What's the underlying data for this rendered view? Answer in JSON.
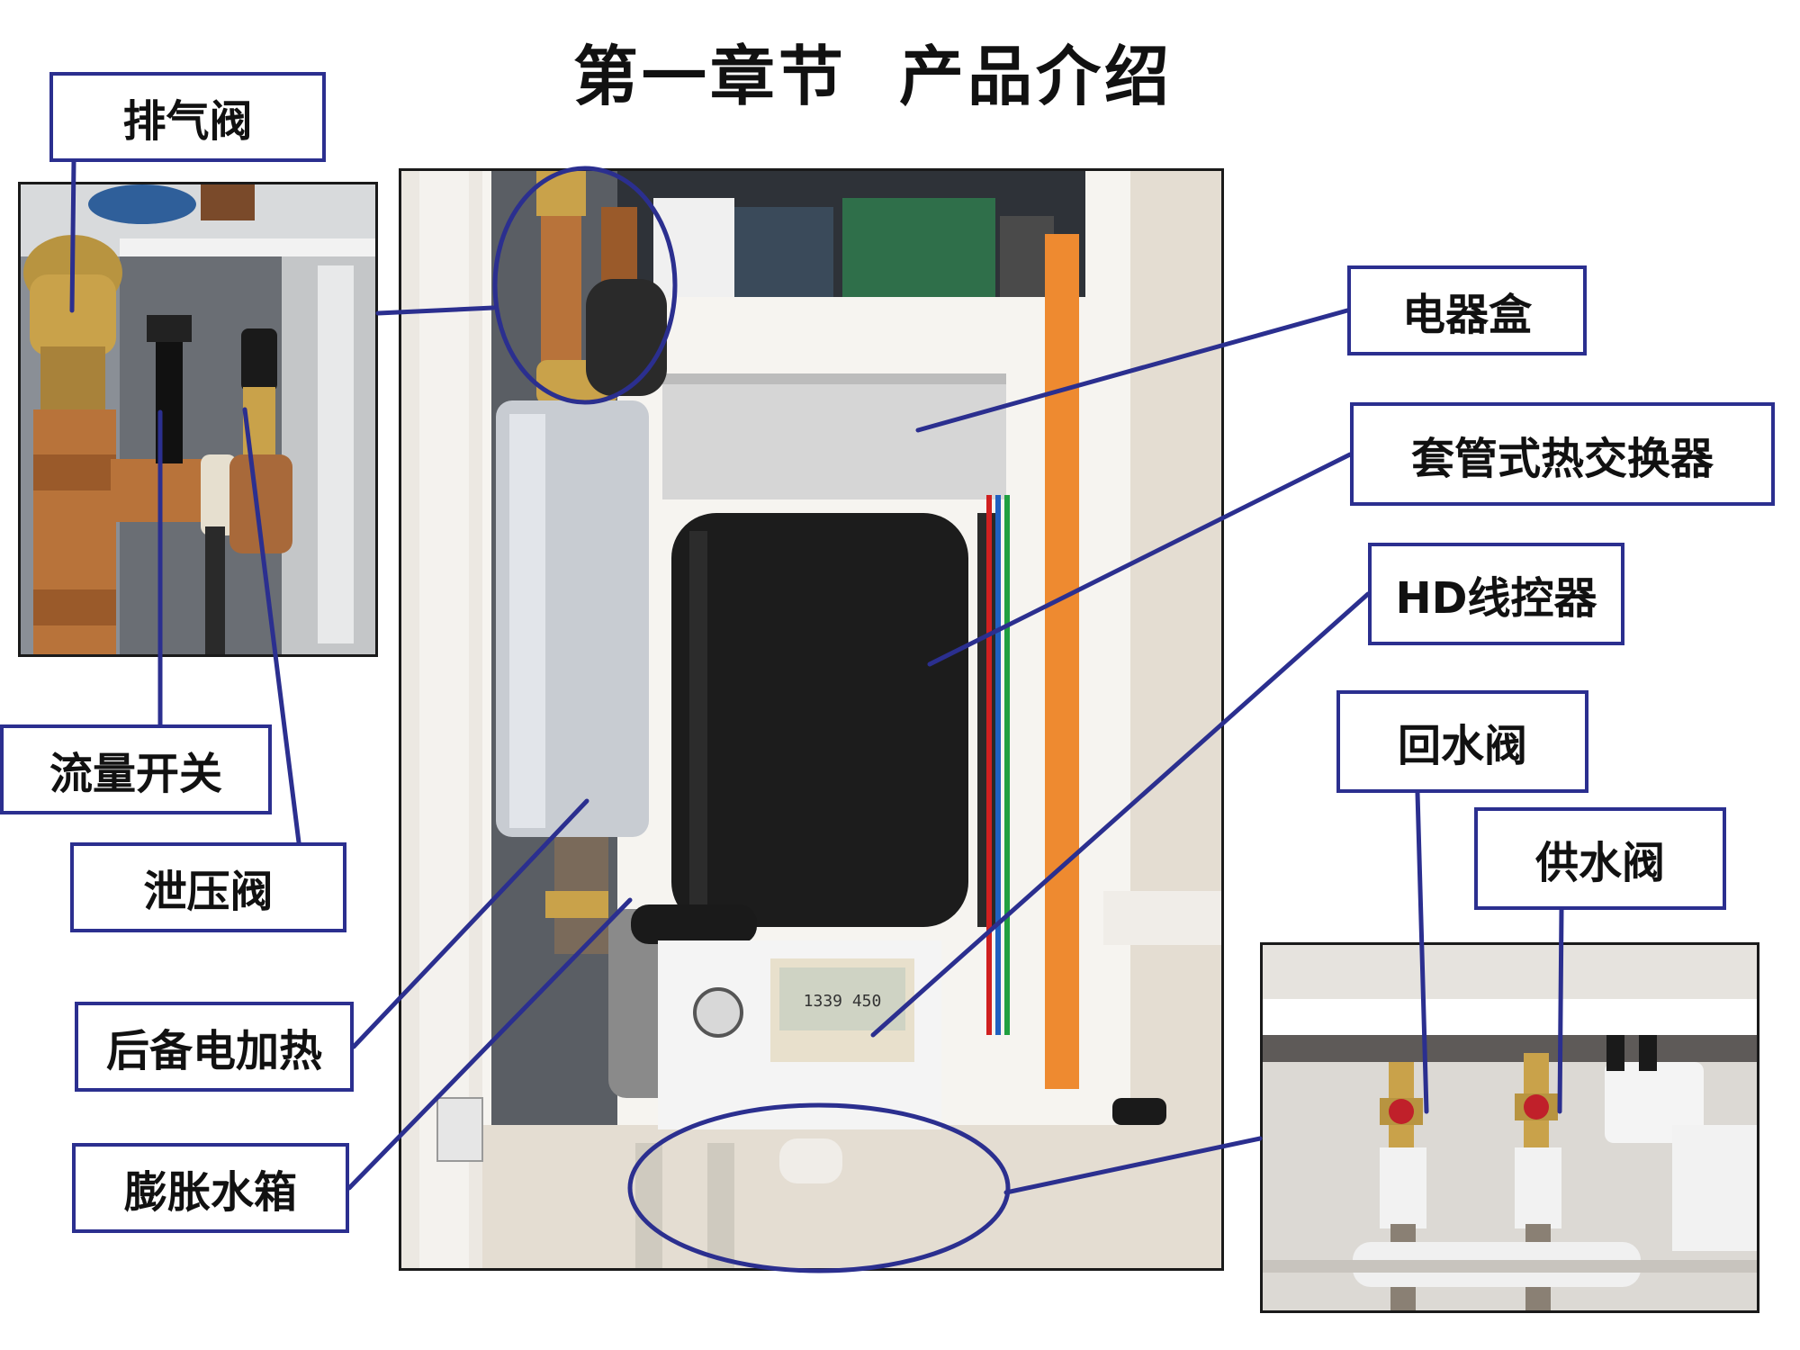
{
  "title": "第一章节  产品介绍",
  "labels": {
    "air_vent_valve": "排气阀",
    "flow_switch": "流量开关",
    "pressure_relief_valve": "泄压阀",
    "backup_heater": "后备电加热",
    "expansion_tank": "膨胀水箱",
    "switch_box": "电器盒",
    "tube_heat_exchanger": "套管式热交换器",
    "hd_controller": "HD线控器",
    "return_valve": "回水阀",
    "supply_valve": "供水阀"
  },
  "colors": {
    "accent": "#2b2f8f",
    "label_text": "#111111",
    "copper": "#b8733a",
    "brass": "#c9a24a",
    "insulation": "#c8ccd2",
    "exchanger": "#1c1c1c",
    "valve_handle": "#c0202a"
  },
  "photos": {
    "controller_display": "1339 450"
  }
}
